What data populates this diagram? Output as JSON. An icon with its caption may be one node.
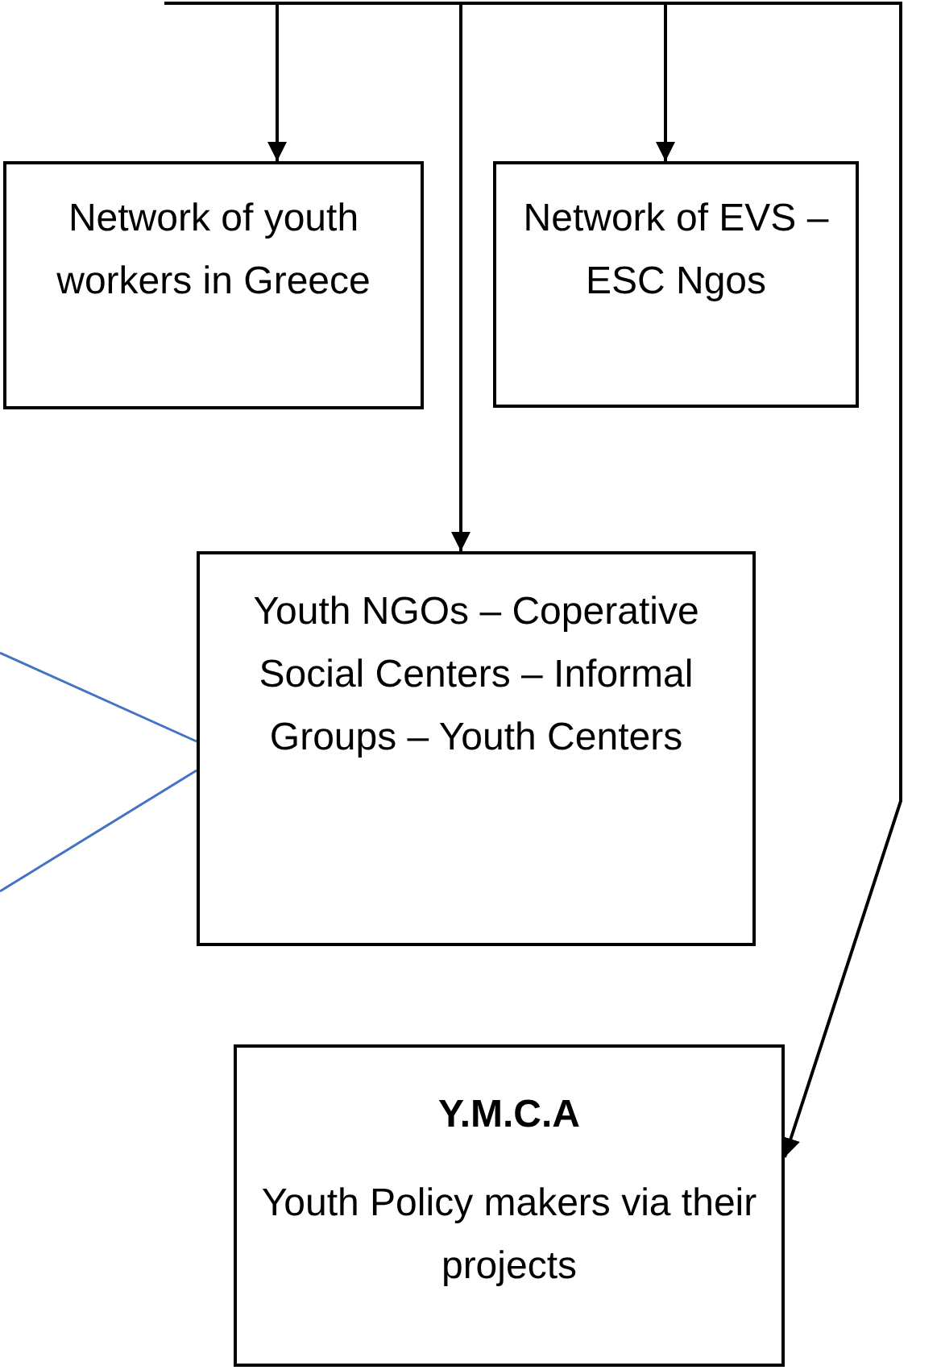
{
  "diagram": {
    "nodes": [
      {
        "text": [
          "Network of youth workers in Greece"
        ]
      },
      {
        "text": [
          "Network of EVS – ESC Ngos"
        ]
      },
      {
        "text": [
          "Youth NGOs – Coperative Social Centers – Informal Groups – Youth Centers"
        ]
      },
      {
        "text": [
          "Y.M.C.A",
          "Youth Policy makers via their projects"
        ]
      }
    ],
    "edges": [
      {
        "from": null,
        "to": 0,
        "arrow": "to"
      },
      {
        "from": null,
        "to": 2,
        "arrow": "to"
      },
      {
        "from": null,
        "to": 1,
        "arrow": "to"
      },
      {
        "from": null,
        "to": 3,
        "arrow": "to"
      },
      {
        "from": null,
        "to": 2,
        "arrow": "none",
        "color": "#4472c4"
      },
      {
        "from": null,
        "to": 2,
        "arrow": "none",
        "color": "#4472c4"
      }
    ]
  }
}
